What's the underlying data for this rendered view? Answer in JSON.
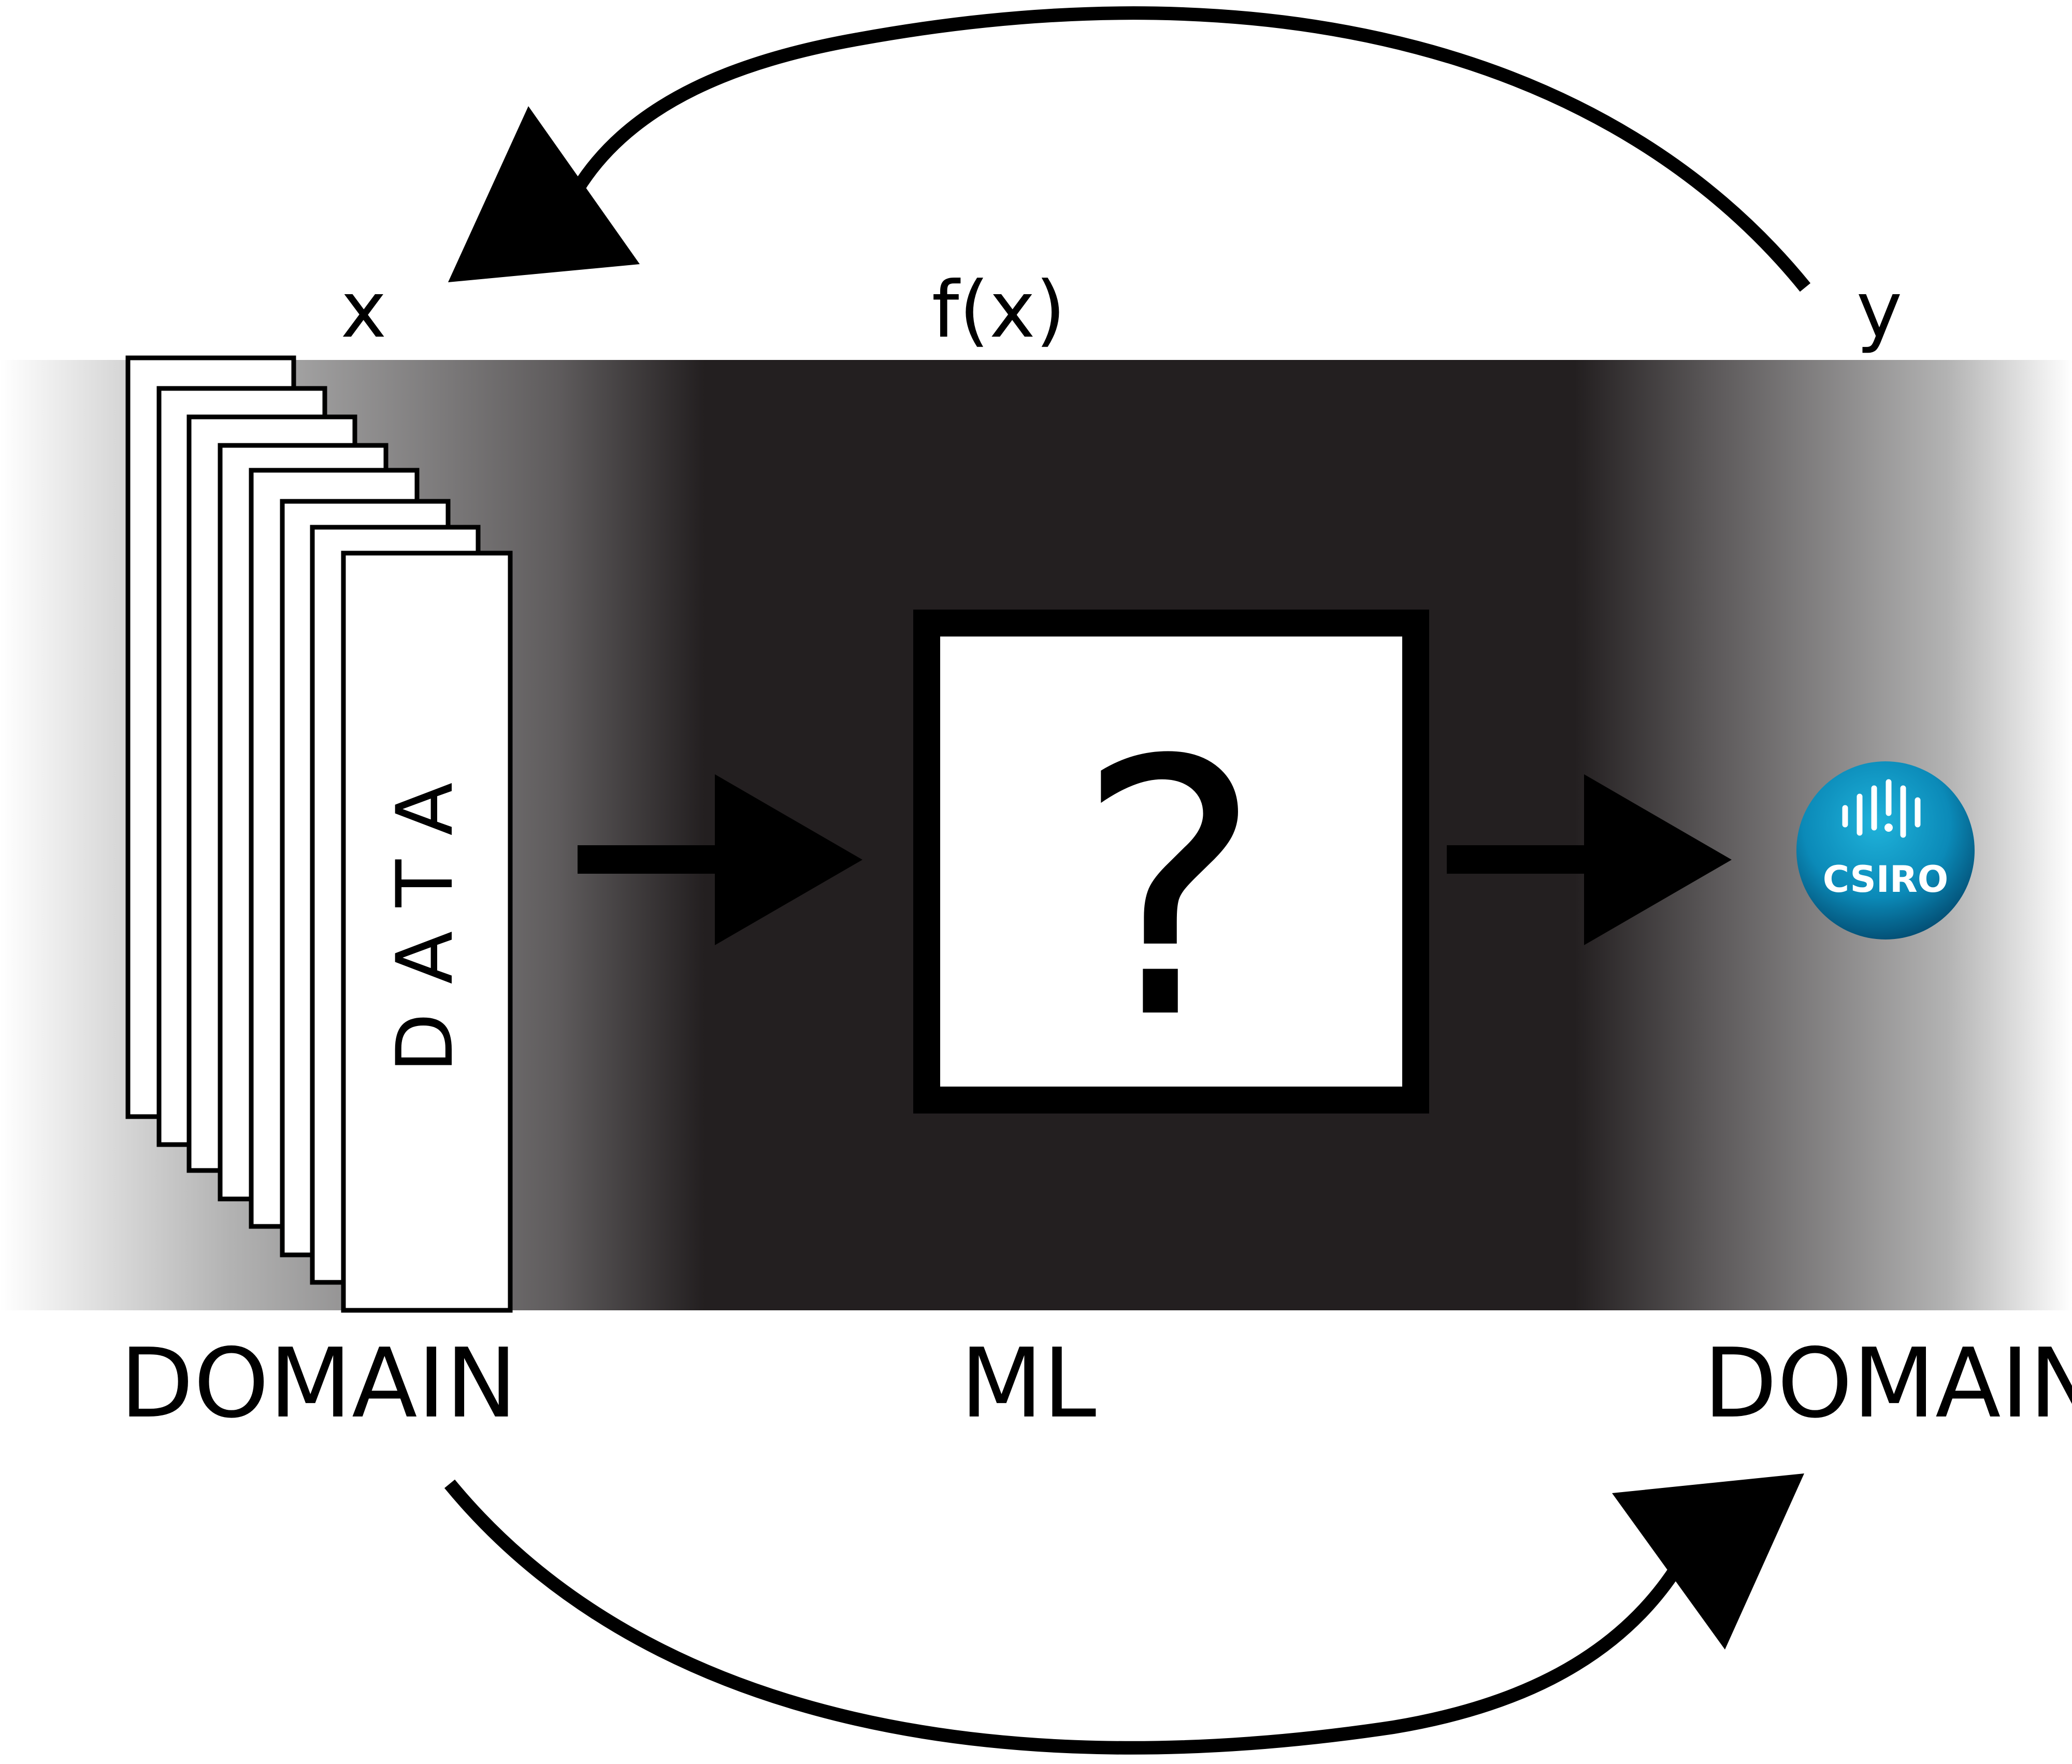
{
  "labels": {
    "x": "x",
    "fx": "f(x)",
    "y": "y",
    "data": "DATA",
    "question": "?",
    "domain_left": "DOMAIN",
    "ml": "ML",
    "domain_right": "DOMAIN",
    "logo_text": "CSIRO"
  },
  "colors": {
    "band_dark": "#231f20",
    "band_edge": "#ffffff",
    "stroke": "#000000",
    "card_fill": "#ffffff",
    "logo_light": "#1aa6cf",
    "logo_dark": "#003a5d"
  },
  "icons": {
    "logo": "csiro-logo",
    "loop_top": "curved-arrow-left",
    "loop_bottom": "curved-arrow-right",
    "flow_in": "arrow-right",
    "flow_out": "arrow-right"
  }
}
